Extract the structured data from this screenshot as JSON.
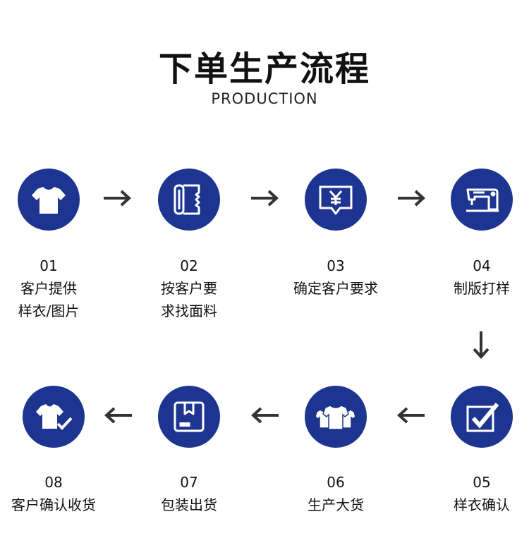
{
  "header": {
    "title": "下单生产流程",
    "subtitle": "PRODUCTION"
  },
  "accent_color": "#1d3590",
  "steps": [
    {
      "num": "01",
      "line1": "客户提供",
      "line2": "样衣/图片",
      "icon": "tshirt-icon"
    },
    {
      "num": "02",
      "line1": "按客户要",
      "line2": "求找面料",
      "icon": "fabric-roll-icon"
    },
    {
      "num": "03",
      "line1": "确定客户要求",
      "line2": "",
      "icon": "yen-chat-icon"
    },
    {
      "num": "04",
      "line1": "制版打样",
      "line2": "",
      "icon": "sewing-machine-icon"
    },
    {
      "num": "05",
      "line1": "样衣确认",
      "line2": "",
      "icon": "checkbox-icon"
    },
    {
      "num": "06",
      "line1": "生产大货",
      "line2": "",
      "icon": "tshirts-bulk-icon"
    },
    {
      "num": "07",
      "line1": "包装出货",
      "line2": "",
      "icon": "package-icon"
    },
    {
      "num": "08",
      "line1": "客户确认收货",
      "line2": "",
      "icon": "tshirt-check-icon"
    }
  ]
}
